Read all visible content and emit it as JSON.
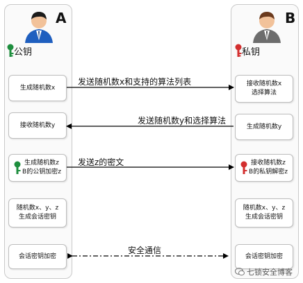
{
  "colors": {
    "green_key": "#1e8e3e",
    "red_key": "#d32f2f",
    "arrow": "#000000"
  },
  "left": {
    "party": "A",
    "key_label": "公钥",
    "boxes": [
      [
        "生成随机数x"
      ],
      [
        "接收随机数y"
      ],
      [
        "生成随机数z",
        "B的公钥加密z"
      ],
      [
        "随机数x、y、z",
        "生成会话密钥"
      ],
      [
        "会话密钥加密"
      ]
    ]
  },
  "right": {
    "party": "B",
    "key_label": "私钥",
    "boxes": [
      [
        "接收随机数x",
        "选择算法"
      ],
      [
        "生成随机数y"
      ],
      [
        "接收随机数z",
        "B的私钥解密z"
      ],
      [
        "随机数x、y、z",
        "生成会话密钥"
      ],
      [
        "会话密钥加密"
      ]
    ]
  },
  "messages": [
    "发送随机数x和支持的算法列表",
    "发送随机数y和选择算法",
    "发送z的密文",
    "安全通信"
  ],
  "watermark": "七锁安全博客"
}
